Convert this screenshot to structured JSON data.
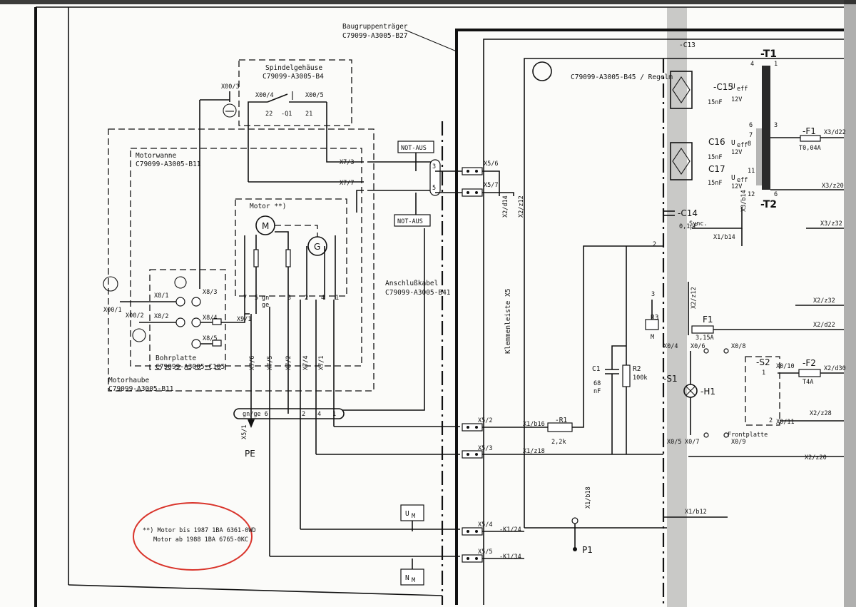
{
  "header": {
    "carrier_title": "Baugruppenträger",
    "carrier_code": "C79099-A3005-B27",
    "board_title": "C79099-A3005-B45 / Regelm",
    "spindle_title": "Spindelgehäuse",
    "spindle_code": "C79099-A3005-B4"
  },
  "frames": {
    "motorwanne": "Motorwanne",
    "motorwanne_code": "C79099-A3005-B11",
    "motor": "Motor **)",
    "bohrplatte": "Bohrplatte",
    "bohrplatte_code": "C79099-A3005-C105",
    "motorhaube": "Motorhaube",
    "motorhaube_code": "C79099-A3005-B11",
    "anschluss": "Anschlußkabel",
    "anschluss_code": "C79099-A3005-B41",
    "klemmenleiste": "Klemmenleiste X5",
    "frontplatte": "Frontplatte"
  },
  "nodes": {
    "not_aus_1": "NOT-AUS",
    "not_aus_2": "NOT-AUS",
    "um": "U",
    "um_sub": "M",
    "nm": "N",
    "nm_sub": "M",
    "pe": "PE",
    "p1": "P1",
    "motor_m": "M",
    "motor_g": "G",
    "lamp": "-H1",
    "s1": "-S1",
    "s2": "-S2"
  },
  "terminals": {
    "x00_3": "X00/3",
    "x00_4": "X00/4",
    "x00_5": "X00/5",
    "q1": "-Q1",
    "c22": "22",
    "c21": "21",
    "x7_3": "X7/3",
    "x7_7": "X7/7",
    "x5_6": "X5/6",
    "x5_7": "X5/7",
    "x2_d14": "X2/d14",
    "x2_z12": "X2/z12",
    "x8_1": "X8/1",
    "x8_2": "X8/2",
    "x8_3": "X8/3",
    "x8_4": "X8/4",
    "x8_5": "X8/5",
    "x00_1": "X00/1",
    "x00_2": "X00/2",
    "x9_1": "X9/1",
    "x7_1": "X7/1",
    "x7_2": "X7/2",
    "x7_4": "X7/4",
    "x7_5": "X7/5",
    "x7_6": "X7/6",
    "x5_1": "X5/1",
    "x5_2": "X5/2",
    "x5_3": "X5/3",
    "x5_4": "X5/4",
    "x5_5": "X5/5",
    "x1_b16": "X1/b16",
    "x1_z18": "X1/z18",
    "x1_b18": "X1/b18",
    "x1_b14": "X1/b14",
    "x1_b12": "X1/b12",
    "k1_24": "-K1/24",
    "k1_34": "-K1/34",
    "x3_d22": "X3/d22",
    "x3_z20": "X3/z20",
    "x3_b14": "X3/b14",
    "x3_z32": "X3/z32",
    "x2_z32": "X2/z32",
    "x2_d22": "X2/d22",
    "x2_d30": "X2/d30",
    "x2_z28": "X2/z28",
    "x2_z20": "X2/z20",
    "x2_z12b": "X2/z12",
    "x0_4": "X0/4",
    "x0_6": "X0/6",
    "x0_8": "X0/8",
    "x0_10": "X0/10",
    "x0_11": "X0/11",
    "x0_5": "X0/5",
    "x0_7": "X0/7",
    "x0_9": "X0/9",
    "wire_7": "7",
    "wire_5": "5",
    "wire_3": "3",
    "wire_2": "2",
    "wire_4": "4",
    "wire_1": "1",
    "gn": "gn",
    "ge": "ge",
    "gnge6": "gn/ge 6",
    "n2": "2",
    "n4": "4",
    "n1": "1",
    "sync": "Sync."
  },
  "components": {
    "r1": "-R1",
    "r1_val": "2,2k",
    "r2": "R2",
    "r2_val": "100k",
    "r3": "R3",
    "r3_note": "M",
    "c1": "C1",
    "c1_val": "68",
    "c1_unit": "nF",
    "f1": "F1",
    "f1_val": "3,15A",
    "f2": "-F2",
    "f2_val": "T4A",
    "f1b": "-F1",
    "f1b_val": "T0,04A",
    "c13": "-C13",
    "c14": "-C14",
    "c14_val": "0,1μF",
    "c15": "-C15",
    "c15_val": "15nF",
    "c16": "C16",
    "c16_val": "15nF",
    "c17": "C17",
    "c17_val": "15nF",
    "t1": "-T1",
    "t2": "-T2",
    "ueff": "U",
    "ueff_sub": "eff",
    "v12": "12V",
    "t_pin4": "4",
    "t_pin1": "1",
    "t_pin6": "6",
    "t_pin3": "3",
    "t_pin7": "7",
    "t_pin8": "8",
    "t_pin11": "11",
    "t_pin12": "12",
    "t_pin6b": "6",
    "r3_pin3": "3",
    "r3_pin2": "2",
    "s2_pin1": "1",
    "s2_pin2": "2"
  },
  "note": {
    "line1": "**) Motor bis 1987  1BA 6361-0WD",
    "line2": "Motor ab 1988  1BA 6765-0KC",
    "circle_color": "#d9342b"
  }
}
